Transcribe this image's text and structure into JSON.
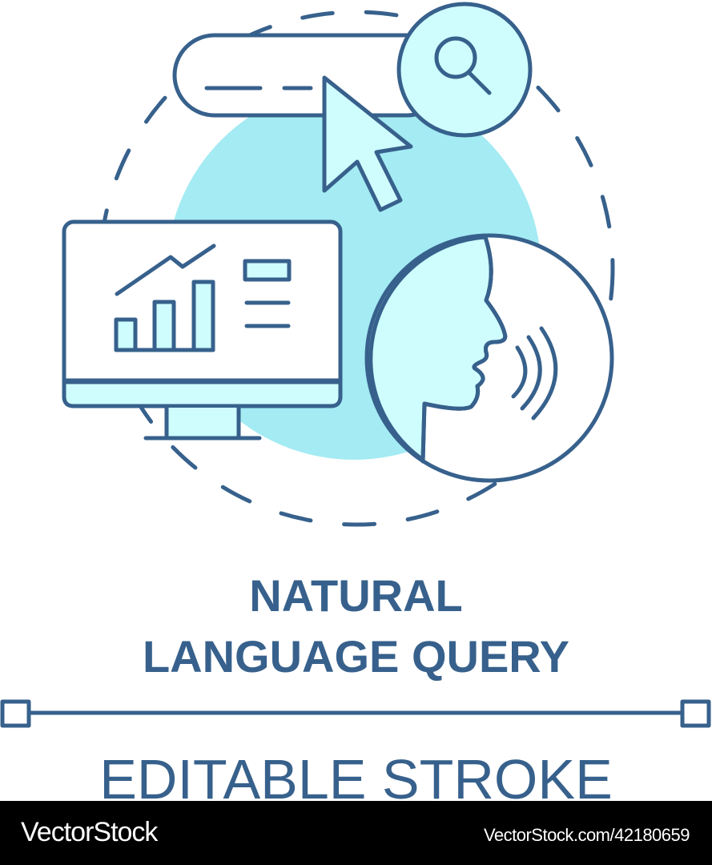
{
  "illustration": {
    "name": "natural language query concept icon",
    "elements": [
      "search-bar",
      "magnifier-button",
      "cursor-arrow",
      "monitor-with-chart",
      "speaking-head"
    ],
    "colors": {
      "stroke": "#37618c",
      "accent_fill": "#a4ebf3",
      "light_fill": "#cffcfd",
      "background": "#ffffff"
    }
  },
  "title": {
    "line1": "NATURAL",
    "line2": "LANGUAGE QUERY"
  },
  "subtitle": "EDITABLE STROKE",
  "footer": {
    "brand": "VectorStock",
    "url": "VectorStock.com/42180659"
  }
}
